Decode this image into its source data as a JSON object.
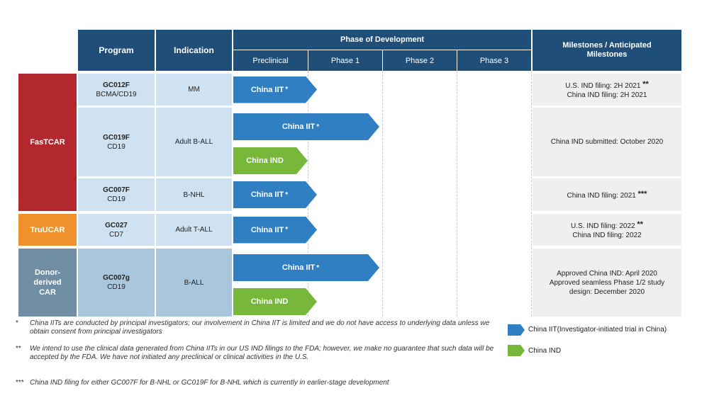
{
  "header": {
    "program": "Program",
    "indication": "Indication",
    "phase_of_development": "Phase of Development",
    "milestones": "Milestones / Anticipated Milestones",
    "phases": [
      "Preclinical",
      "Phase 1",
      "Phase 2",
      "Phase 3"
    ]
  },
  "platforms": {
    "fastcar": {
      "label": "FasTCAR",
      "color": "#b2282e"
    },
    "trucar": {
      "label": "TruUCAR",
      "color": "#f0922b"
    },
    "donor": {
      "label": "Donor-derived CAR",
      "color": "#6f8ea3"
    }
  },
  "rows": [
    {
      "program": "GC012F",
      "target": "BCMA/CD19",
      "indication": "MM",
      "arrows": [
        {
          "label": "China IIT",
          "star": "*",
          "color": "#2f7fc2",
          "progress": 0.28
        }
      ],
      "milestone": [
        "U.S. IND filing: 2H 2021",
        "China IND filing: 2H 2021"
      ],
      "milestone_stars": "**"
    },
    {
      "program": "GC019F",
      "target": "CD19",
      "indication": "Adult B-ALL",
      "arrows": [
        {
          "label": "China IIT",
          "star": "*",
          "color": "#2f7fc2",
          "progress": 0.49
        },
        {
          "label": "China IND",
          "star": "",
          "color": "#77b83a",
          "progress": 0.25
        }
      ],
      "milestone": [
        "China IND submitted: October 2020"
      ],
      "milestone_stars": ""
    },
    {
      "program": "GC007F",
      "target": "CD19",
      "indication": "B-NHL",
      "arrows": [
        {
          "label": "China IIT",
          "star": "*",
          "color": "#2f7fc2",
          "progress": 0.28
        }
      ],
      "milestone": [
        "China IND filing: 2021"
      ],
      "milestone_stars": "***"
    },
    {
      "program": "GC027",
      "target": "CD7",
      "indication": "Adult T-ALL",
      "arrows": [
        {
          "label": "China IIT",
          "star": "*",
          "color": "#2f7fc2",
          "progress": 0.28
        }
      ],
      "milestone": [
        "U.S. IND filing: 2022",
        "China IND filing: 2022"
      ],
      "milestone_stars": "**"
    },
    {
      "program": "GC007g",
      "target": "CD19",
      "indication": "B-ALL",
      "arrows": [
        {
          "label": "China IIT",
          "star": "*",
          "color": "#2f7fc2",
          "progress": 0.49
        },
        {
          "label": "China IND",
          "star": "",
          "color": "#77b83a",
          "progress": 0.28
        }
      ],
      "milestone": [
        "Approved China IND: April 2020",
        "Approved seamless Phase 1/2 study",
        "design: December 2020"
      ],
      "milestone_stars": ""
    }
  ],
  "footnotes": [
    {
      "mark": "*",
      "text": "China IITs are conducted by principal investigators; our involvement in China IIT is limited and we do not have access to underlying data unless we obtain consent from principal investigators"
    },
    {
      "mark": "**",
      "text": "We intend to use the clinical data generated from China IITs in our US IND filings to the FDA; however, we make no guarantee that such data will be accepted by the FDA. We have not initiated any preclinical or clinical activities in the U.S."
    },
    {
      "mark": "***",
      "text": "China IND filing for either GC007F for B-NHL or GC019F for B-NHL which is currently in earlier-stage development"
    }
  ],
  "legend": [
    {
      "label": "China IIT(Investigator-initiated trial in China)",
      "color": "#2f7fc2"
    },
    {
      "label": "China IND",
      "color": "#77b83a"
    }
  ]
}
